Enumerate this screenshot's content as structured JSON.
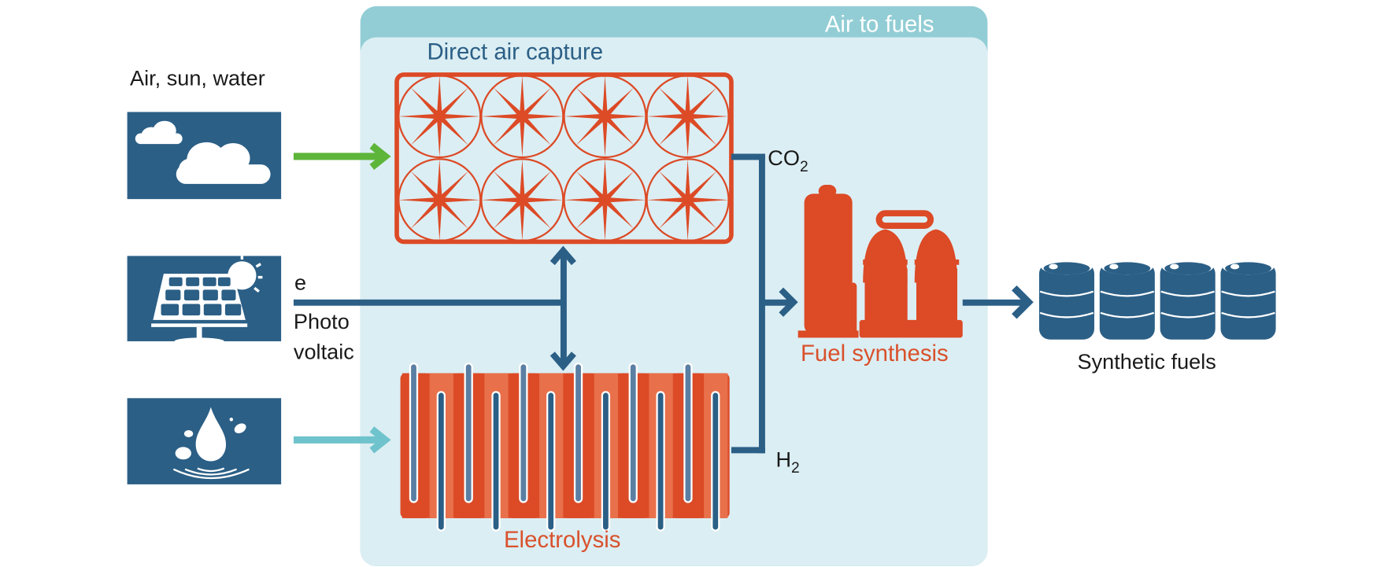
{
  "inputs": {
    "title": "Air, sun, water",
    "items": [
      {
        "name": "air",
        "icon": "cloud-icon"
      },
      {
        "name": "sun",
        "icon": "solar-panel-icon"
      },
      {
        "name": "water",
        "icon": "water-drop-icon"
      }
    ],
    "electricity_label": "e",
    "photovoltaic_label_line1": "Photo",
    "photovoltaic_label_line2": "voltaic"
  },
  "process_box": {
    "title": "Air to fuels",
    "direct_air_capture": "Direct air capture",
    "electrolysis": "Electrolysis",
    "fuel_synthesis": "Fuel synthesis",
    "co2_label": "CO",
    "co2_sub": "2",
    "h2_label": "H",
    "h2_sub": "2"
  },
  "output": {
    "label": "Synthetic fuels",
    "barrel_count": 4
  },
  "colors": {
    "dark_blue": "#2b5f86",
    "process_red": "#dc4a26",
    "process_orange": "#e8704a",
    "panel_light": "#dbeef3",
    "panel_header": "#92cdd5",
    "air_arrow": "#5db53a",
    "water_arrow": "#6fc3cc",
    "rod_light": "#5a7fa3"
  }
}
